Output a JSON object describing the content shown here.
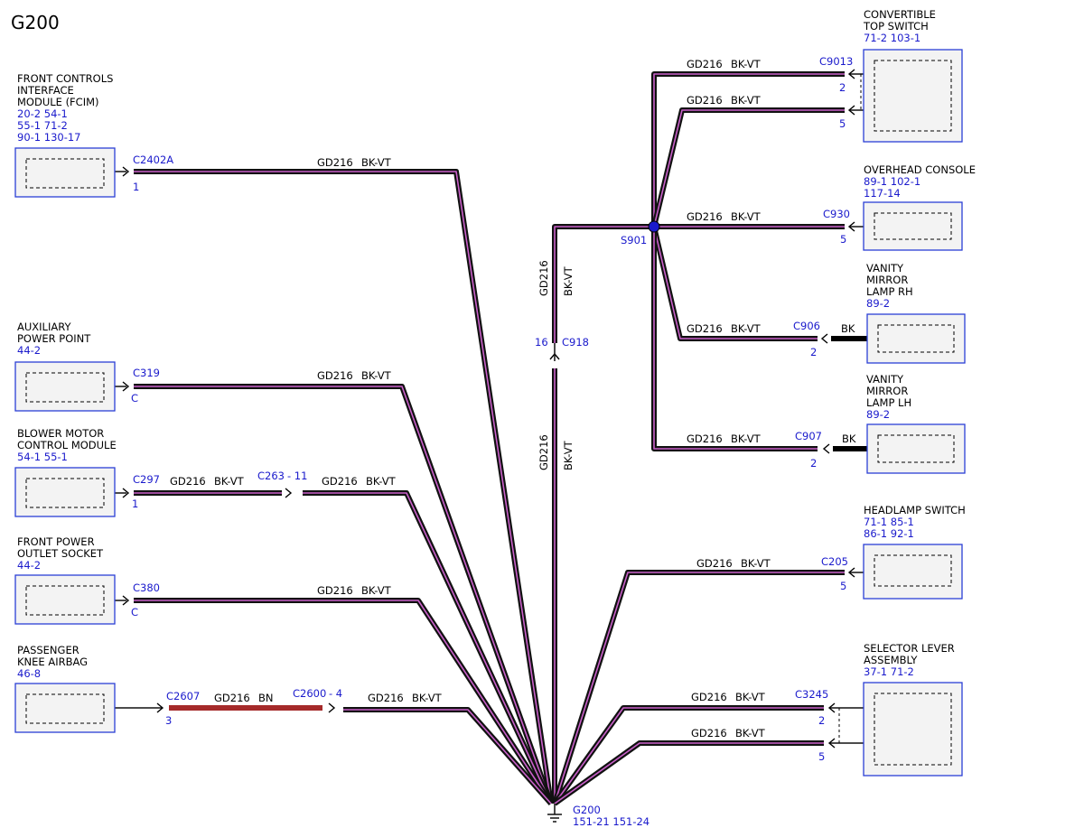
{
  "title": "G200",
  "wire_color": "#111111",
  "stripe_color": "#c95fc9",
  "label_color": "#1a1acc",
  "components": {
    "fcim": {
      "name": [
        "FRONT CONTROLS",
        "INTERFACE",
        "MODULE (FCIM)"
      ],
      "refs": [
        "20-2    54-1",
        "55-1    71-2",
        "90-1     130-17"
      ]
    },
    "aux_power_point": {
      "name": [
        "AUXILIARY",
        "POWER POINT"
      ],
      "refs": [
        "44-2"
      ]
    },
    "blower_motor": {
      "name": [
        "BLOWER MOTOR",
        "CONTROL MODULE"
      ],
      "refs": [
        "54-1    55-1"
      ]
    },
    "front_power_outlet": {
      "name": [
        "FRONT POWER",
        "OUTLET SOCKET"
      ],
      "refs": [
        "44-2"
      ]
    },
    "passenger_knee_airbag": {
      "name": [
        "PASSENGER",
        "KNEE AIRBAG"
      ],
      "refs": [
        "46-8"
      ]
    },
    "convertible_top_switch": {
      "name": [
        "CONVERTIBLE",
        "TOP SWITCH"
      ],
      "refs": [
        "71-2     103-1"
      ]
    },
    "overhead_console": {
      "name": [
        "OVERHEAD CONSOLE"
      ],
      "refs": [
        "89-1     102-1",
        "117-14"
      ]
    },
    "vanity_mirror_rh": {
      "name": [
        "VANITY",
        "MIRROR",
        "LAMP RH"
      ],
      "refs": [
        "89-2"
      ]
    },
    "vanity_mirror_lh": {
      "name": [
        "VANITY",
        "MIRROR",
        "LAMP LH"
      ],
      "refs": [
        "89-2"
      ]
    },
    "headlamp_switch": {
      "name": [
        "HEADLAMP SWITCH"
      ],
      "refs": [
        "71-1     85-1",
        "86-1     92-1"
      ]
    },
    "selector_lever": {
      "name": [
        "SELECTOR LEVER",
        "ASSEMBLY"
      ],
      "refs": [
        "37-1     71-2"
      ]
    }
  },
  "connectors": {
    "c2402a": {
      "id": "C2402A",
      "pin": "1"
    },
    "c319": {
      "id": "C319",
      "pin": "C"
    },
    "c297": {
      "id": "C297",
      "pin": "1"
    },
    "c263": {
      "id": "C263",
      "pin": "- 11"
    },
    "c380": {
      "id": "C380",
      "pin": "C"
    },
    "c2607": {
      "id": "C2607",
      "pin": "3"
    },
    "c2600": {
      "id": "C2600",
      "pin": "- 4"
    },
    "c918": {
      "id": "C918",
      "pin": "16"
    },
    "c9013": {
      "id": "C9013",
      "pin_a": "2",
      "pin_b": "5"
    },
    "c930": {
      "id": "C930",
      "pin": "5"
    },
    "c906": {
      "id": "C906",
      "pin": "2"
    },
    "c907": {
      "id": "C907",
      "pin": "2"
    },
    "c205": {
      "id": "C205",
      "pin": "5"
    },
    "c3245": {
      "id": "C3245",
      "pin_a": "2",
      "pin_b": "5"
    }
  },
  "splice": {
    "id": "S901"
  },
  "ground": {
    "id": "G200",
    "refs": "151-21    151-24"
  },
  "wires": {
    "circuit": "GD216",
    "color_bkvt": "BK-VT",
    "color_bn": "BN",
    "color_bk": "BK"
  }
}
